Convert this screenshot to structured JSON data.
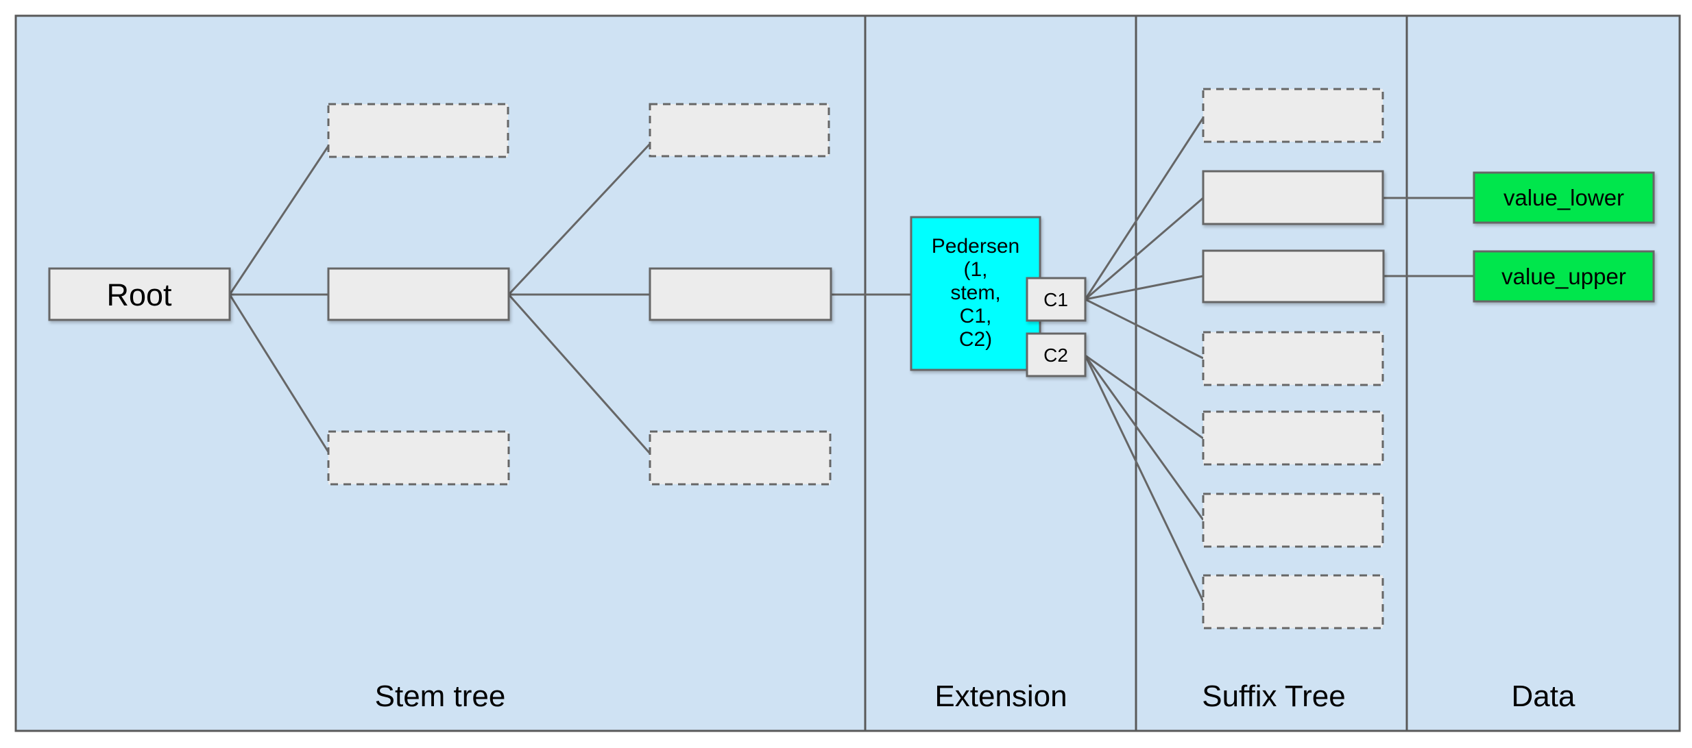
{
  "colors": {
    "page_background": "#ffffff",
    "canvas_background": "#cfe2f3",
    "node_fill": "#ececec",
    "node_border": "#666666",
    "edge": "#666666",
    "frame": "#595959",
    "pedersen_fill": "#00ffff",
    "value_fill": "#00e64c",
    "text": "#000000"
  },
  "sections": [
    {
      "label": "Stem tree"
    },
    {
      "label": "Extension"
    },
    {
      "label": "Suffix Tree"
    },
    {
      "label": "Data"
    }
  ],
  "nodes": {
    "root": {
      "label": "Root"
    },
    "pedersen": {
      "lines": [
        "Pedersen",
        "(1,",
        "stem,",
        "C1,",
        "C2)"
      ]
    },
    "c1": {
      "label": "C1"
    },
    "c2": {
      "label": "C2"
    },
    "value_lower": {
      "label": "value_lower"
    },
    "value_upper": {
      "label": "value_upper"
    }
  }
}
